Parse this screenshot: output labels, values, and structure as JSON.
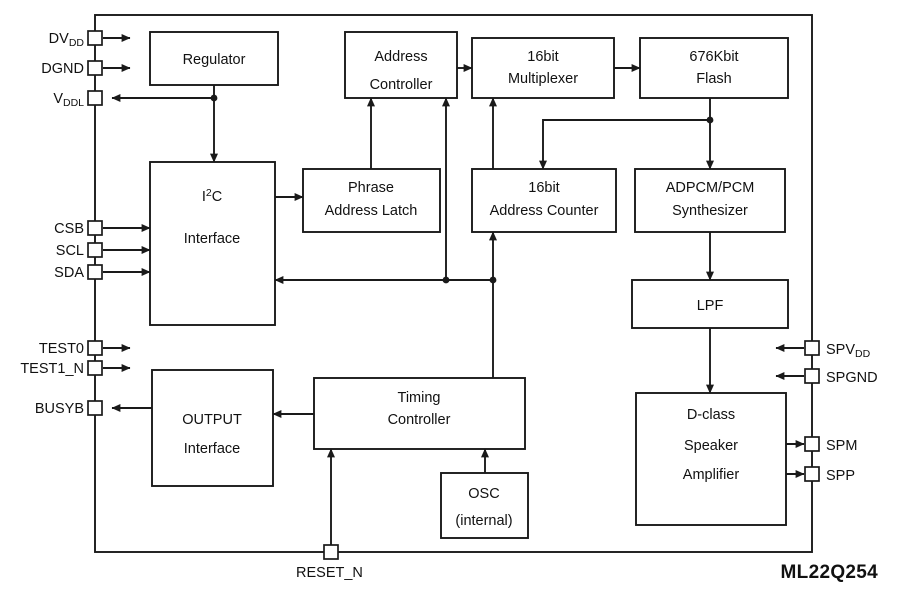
{
  "diagram": {
    "part_number": "ML22Q254",
    "blocks": [
      {
        "id": "regulator",
        "label_line1": "Regulator",
        "label_line2": ""
      },
      {
        "id": "i2c",
        "label_line1": "I2C",
        "label_line2": "Interface"
      },
      {
        "id": "address-controller",
        "label_line1": "Address",
        "label_line2": "Controller"
      },
      {
        "id": "multiplexer",
        "label_line1": "16bit",
        "label_line2": "Multiplexer"
      },
      {
        "id": "flash",
        "label_line1": "676Kbit",
        "label_line2": "Flash"
      },
      {
        "id": "phrase-address-latch",
        "label_line1": "Phrase",
        "label_line2": "Address Latch"
      },
      {
        "id": "address-counter",
        "label_line1": "16bit",
        "label_line2": "Address Counter"
      },
      {
        "id": "adpcm-pcm-synthesizer",
        "label_line1": "ADPCM/PCM",
        "label_line2": "Synthesizer"
      },
      {
        "id": "lpf",
        "label_line1": "LPF",
        "label_line2": ""
      },
      {
        "id": "output-interface",
        "label_line1": "OUTPUT",
        "label_line2": "Interface"
      },
      {
        "id": "timing-controller",
        "label_line1": "Timing",
        "label_line2": "Controller"
      },
      {
        "id": "osc",
        "label_line1": "OSC",
        "label_line2": "(internal)"
      },
      {
        "id": "speaker-amplifier",
        "label_line1": "D-class",
        "label_line2": "Speaker",
        "label_line3": "Amplifier"
      }
    ],
    "pins": {
      "dvdd_main": "DV",
      "dvdd_sub": "DD",
      "dgnd": "DGND",
      "vddl_main": "V",
      "vddl_sub": "DDL",
      "csb": "CSB",
      "scl": "SCL",
      "sda": "SDA",
      "test0": "TEST0",
      "test1_n": "TEST1_N",
      "busyb": "BUSYB",
      "reset_n": "RESET_N",
      "spvdd_main": "SPV",
      "spvdd_sub": "DD",
      "spgnd": "SPGND",
      "spm": "SPM",
      "spp": "SPP"
    },
    "i2c_superscript": "2",
    "i2c_prefix": "I",
    "i2c_suffix": "C",
    "colors": {
      "line": "#1a1a1a",
      "fill": "#ffffff",
      "background": "#ffffff"
    }
  }
}
